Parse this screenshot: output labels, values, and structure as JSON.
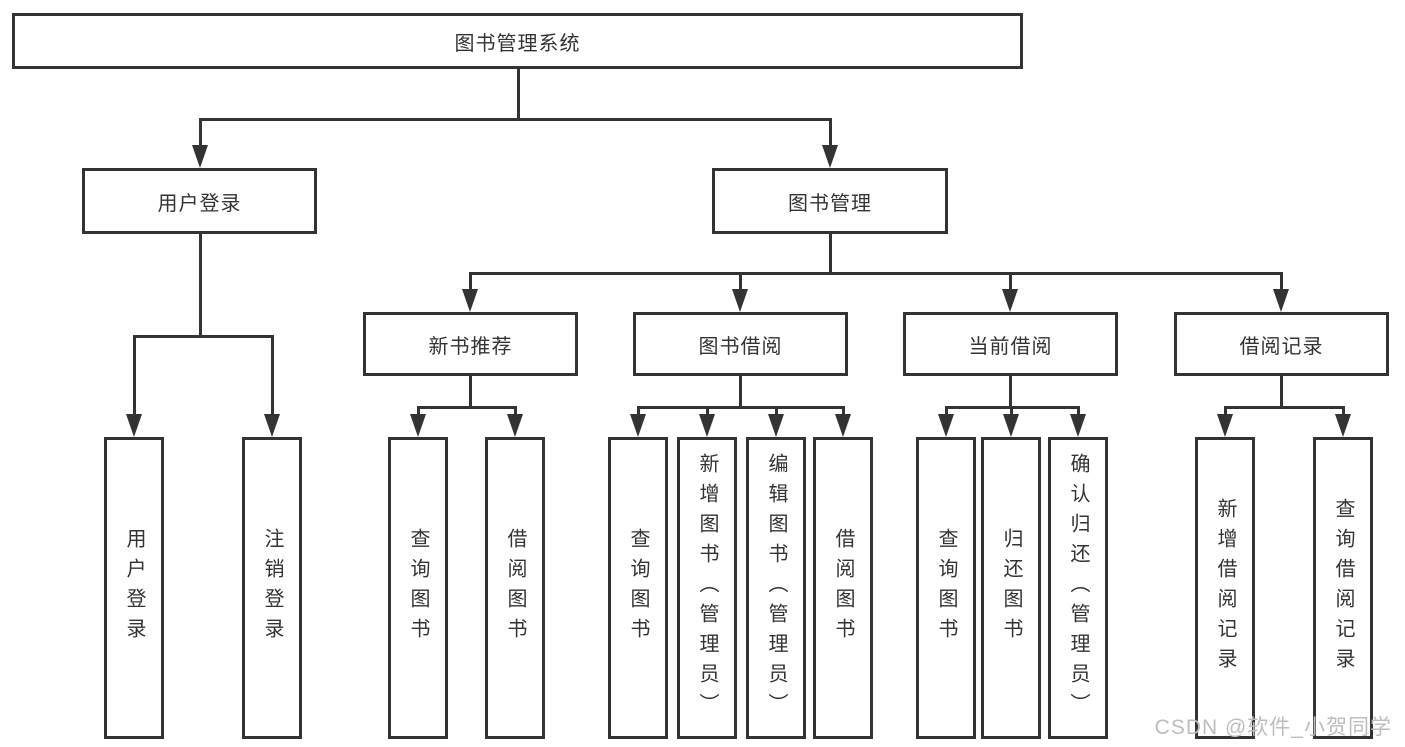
{
  "tree": {
    "root": {
      "label": "图书管理系统",
      "children": [
        {
          "label": "用户登录",
          "children": [
            {
              "label": "用户登录"
            },
            {
              "label": "注销登录"
            }
          ]
        },
        {
          "label": "图书管理",
          "children": [
            {
              "label": "新书推荐",
              "children": [
                {
                  "label": "查询图书"
                },
                {
                  "label": "借阅图书"
                }
              ]
            },
            {
              "label": "图书借阅",
              "children": [
                {
                  "label": "查询图书"
                },
                {
                  "label": "新增图书（管理员）"
                },
                {
                  "label": "编辑图书（管理员）"
                },
                {
                  "label": "借阅图书"
                }
              ]
            },
            {
              "label": "当前借阅",
              "children": [
                {
                  "label": "查询图书"
                },
                {
                  "label": "归还图书"
                },
                {
                  "label": "确认归还（管理员）"
                }
              ]
            },
            {
              "label": "借阅记录",
              "children": [
                {
                  "label": "新增借阅记录"
                },
                {
                  "label": "查询借阅记录"
                }
              ]
            }
          ]
        }
      ]
    }
  },
  "watermark": "CSDN @软件_小贺同学",
  "colors": {
    "line": "#333333",
    "text": "#333333",
    "watermark": "#bdbdbd",
    "background": "#ffffff"
  }
}
